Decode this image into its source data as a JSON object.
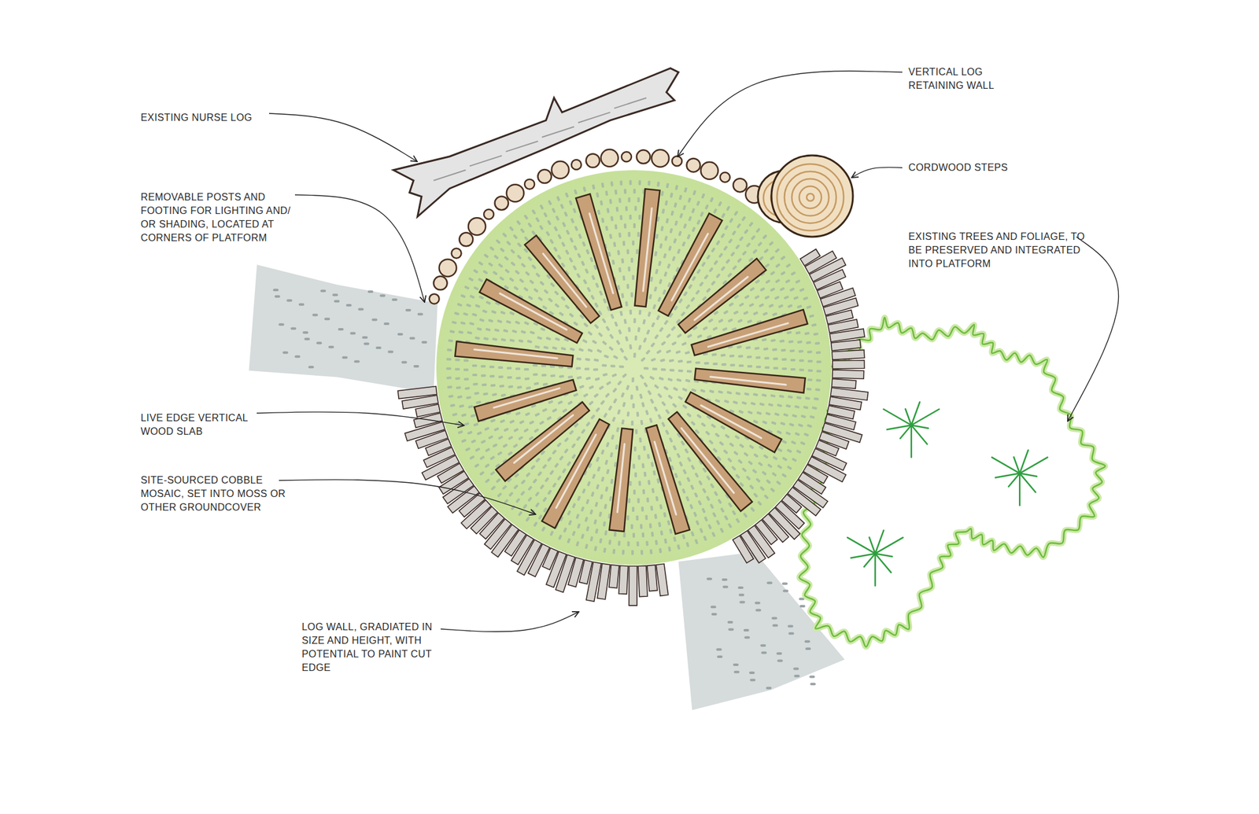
{
  "diagram": {
    "labels": [
      "EXISTING NURSE LOG",
      "REMOVABLE POSTS AND FOOTING FOR LIGHTING AND/ OR SHADING, LOCATED AT CORNERS OF PLATFORM",
      "LIVE EDGE VERTICAL WOOD SLAB",
      "SITE-SOURCED COBBLE MOSAIC, SET INTO MOSS OR OTHER GROUNDCOVER",
      "LOG WALL, GRADIATED IN SIZE AND HEIGHT, WITH POTENTIAL TO PAINT CUT EDGE",
      "VERTICAL LOG RETAINING WALL",
      "CORDWOOD STEPS",
      "EXISTING TREES AND FOLIAGE, TO BE PRESERVED AND INTEGRATED INTO PLATFORM"
    ]
  }
}
